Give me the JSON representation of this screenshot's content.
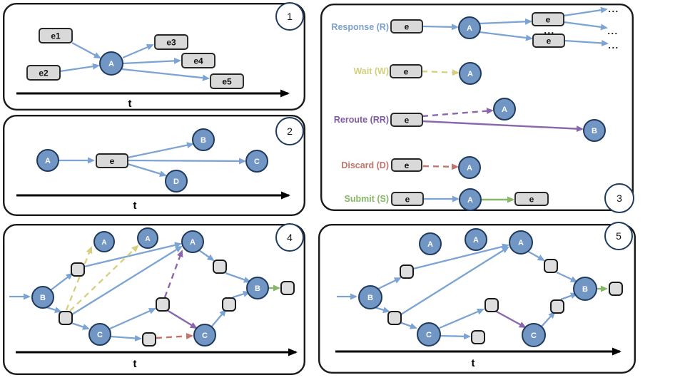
{
  "colors": {
    "agent_fill": "#7296c4",
    "agent_border": "#1f3a5c",
    "event_fill": "#d9d9d9",
    "event_border": "#262626",
    "arrow_blue": "#7ba3d4",
    "arrow_yellow": "#d6cf7d",
    "arrow_purple": "#8a67ad",
    "arrow_red": "#c4736c",
    "arrow_green": "#85b767",
    "legend_response": "#7ca0cc",
    "legend_wait": "#d5cf7c",
    "legend_reroute": "#7d5ba6",
    "legend_discard": "#c4736c",
    "legend_submit": "#85b767"
  },
  "panel1": {
    "badge": "1",
    "timeline": "t",
    "agent_a": "A",
    "e1": "e1",
    "e2": "e2",
    "e3": "e3",
    "e4": "e4",
    "e5": "e5"
  },
  "panel2": {
    "badge": "2",
    "timeline": "t",
    "agent_a": "A",
    "agent_b": "B",
    "agent_c": "C",
    "agent_d": "D",
    "event_e": "e"
  },
  "panel3": {
    "badge": "3",
    "event_e": "e",
    "agent_a": "A",
    "agent_b": "B",
    "ellipsis": "...",
    "legend": {
      "response": "Response (R)",
      "wait": "Wait (W)",
      "reroute": "Reroute (RR)",
      "discard": "Discard (D)",
      "submit": "Submit (S)"
    }
  },
  "panel4": {
    "badge": "4",
    "timeline": "t",
    "agent_a": "A",
    "agent_b": "B",
    "agent_c": "C"
  },
  "panel5": {
    "badge": "5",
    "timeline": "t",
    "agent_a": "A",
    "agent_b": "B",
    "agent_c": "C"
  }
}
